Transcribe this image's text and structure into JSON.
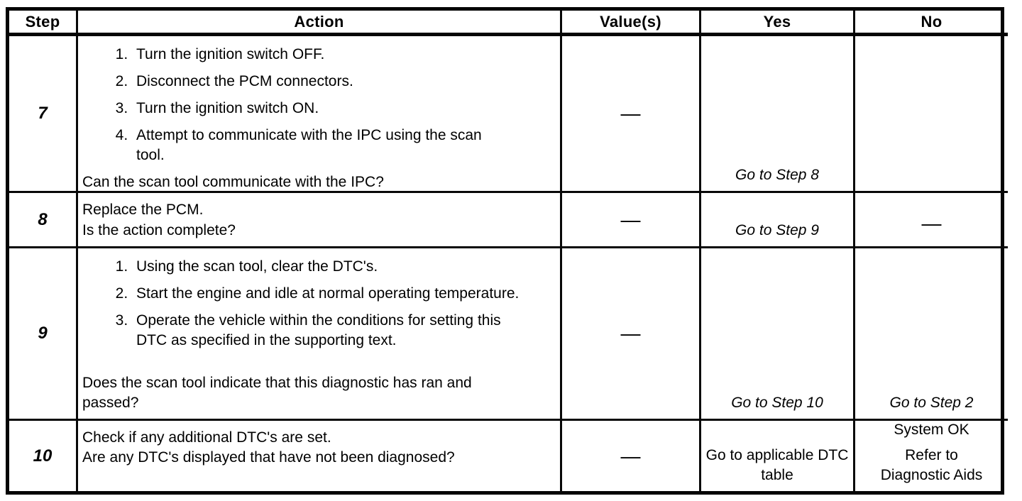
{
  "table": {
    "headers": [
      "Step",
      "Action",
      "Value(s)",
      "Yes",
      "No"
    ],
    "rows": [
      {
        "step": "7",
        "actions": [
          "Turn the ignition switch OFF.",
          "Disconnect the PCM connectors.",
          "Turn the ignition switch ON.",
          "Attempt to communicate with the IPC using the scan tool."
        ],
        "question": "Can the scan tool communicate with the IPC?",
        "value": "—",
        "yes": "Go to Step 8",
        "no": ""
      },
      {
        "step": "8",
        "statement": "Replace the PCM.",
        "question": "Is the action complete?",
        "value": "—",
        "yes": "Go to Step 9",
        "no": "—"
      },
      {
        "step": "9",
        "actions": [
          "Using the scan tool, clear the DTC's.",
          "Start the engine and idle at normal operating temperature.",
          "Operate the vehicle within the conditions for setting this DTC as specified in the supporting text."
        ],
        "question": "Does the scan tool indicate that this diagnostic has ran and passed?",
        "value": "—",
        "yes": "Go to Step 10",
        "no": "Go to Step 2"
      },
      {
        "step": "10",
        "statement": "Check if any additional DTC's are set.",
        "question": "Are any DTC's displayed that have not been diagnosed?",
        "value": "—",
        "yes": "Go to applicable DTC table",
        "no_line1": "System OK",
        "no_line2": "Refer to Diagnostic Aids"
      }
    ]
  }
}
